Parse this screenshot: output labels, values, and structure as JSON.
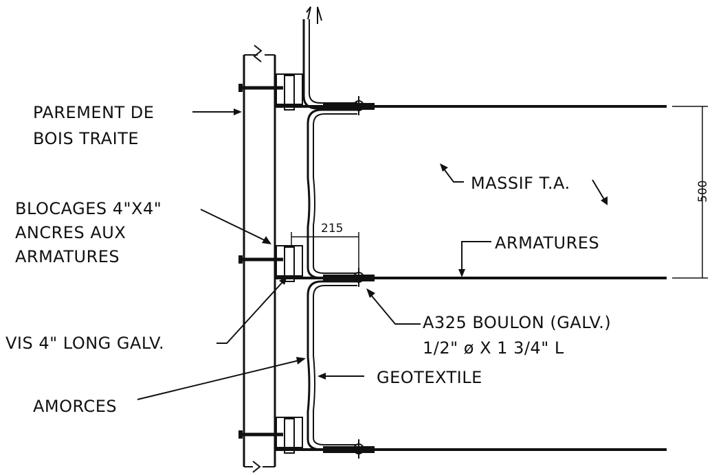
{
  "drawing": {
    "line_color": "#111111",
    "labels": {
      "parement_line1": "PAREMENT DE",
      "parement_line2": "BOIS TRAITE",
      "blocages_line1": "BLOCAGES 4\"X4\"",
      "blocages_line2": "ANCRES AUX",
      "blocages_line3": "ARMATURES",
      "vis": "VIS 4\" LONG GALV.",
      "amorces": "AMORCES",
      "massif": "MASSIF T.A.",
      "armatures": "ARMATURES",
      "boulon_line1": "A325 BOULON (GALV.)",
      "boulon_line2": "1/2\" ø X 1 3/4\" L",
      "geotextile": "GEOTEXTILE"
    },
    "dimensions": {
      "spacing_215": "215",
      "height_500": "500"
    }
  }
}
